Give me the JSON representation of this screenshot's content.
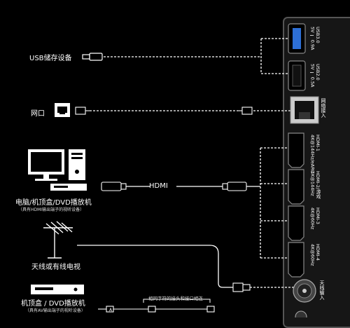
{
  "devices": {
    "usb_storage": {
      "label": "USB储存设备"
    },
    "network": {
      "label": "网口"
    },
    "computer": {
      "label": "电脑/机顶盒/DVD播放机",
      "sublabel": "（具有HDMI输出端子的视听设备）"
    },
    "antenna": {
      "label": "天线或有线电视"
    },
    "stb": {
      "label": "机顶盒 / DVD播放机",
      "sublabel": "（具有AV输出端子的视听设备）"
    }
  },
  "cables": {
    "hdmi_label": "HDMI",
    "av_note": "相同字符的接头和接口相连"
  },
  "ports": {
    "usb3": {
      "line1": "USB3.0",
      "line2": "5V ⎓ 0.9A"
    },
    "usb2": {
      "line1": "USB2.0",
      "line2": "5V ⎓ 0.5A"
    },
    "lan": {
      "label": "网络接入"
    },
    "hdmi1": {
      "line1": "HDMI-1",
      "line2": "4K@144Hz/eARC"
    },
    "hdmi2": {
      "line1": "HDMI-2/游戏",
      "line2": "4K@144Hz"
    },
    "hdmi3": {
      "line1": "HDMI-3",
      "line2": "4K@60Hz"
    },
    "hdmi4": {
      "line1": "HDMI-4",
      "line2": "4K@60Hz"
    },
    "antenna": {
      "label": "天线输入"
    }
  },
  "colors": {
    "background": "#000000",
    "panel": "#161616",
    "usb3_blue": "#2d6fd6",
    "line": "#ffffff"
  }
}
